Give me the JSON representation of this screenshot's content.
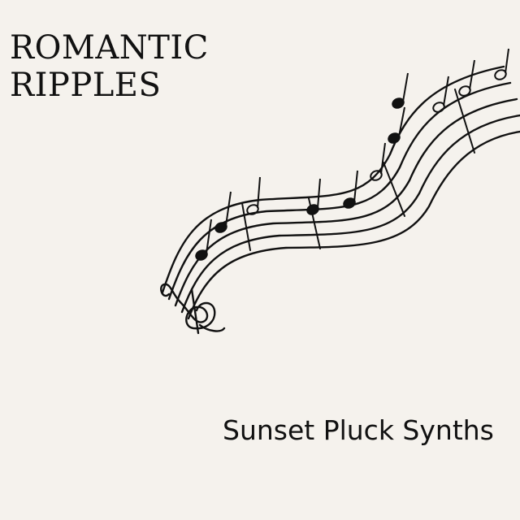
{
  "cover": {
    "title_line1": "ROMANTIC",
    "title_line2": "RIPPLES",
    "subtitle": "Sunset Pluck Synths",
    "illustration": "wavy-music-staff-with-treble-clef-and-notes",
    "background_color": "#f5f2ed",
    "ink_color": "#111111"
  }
}
